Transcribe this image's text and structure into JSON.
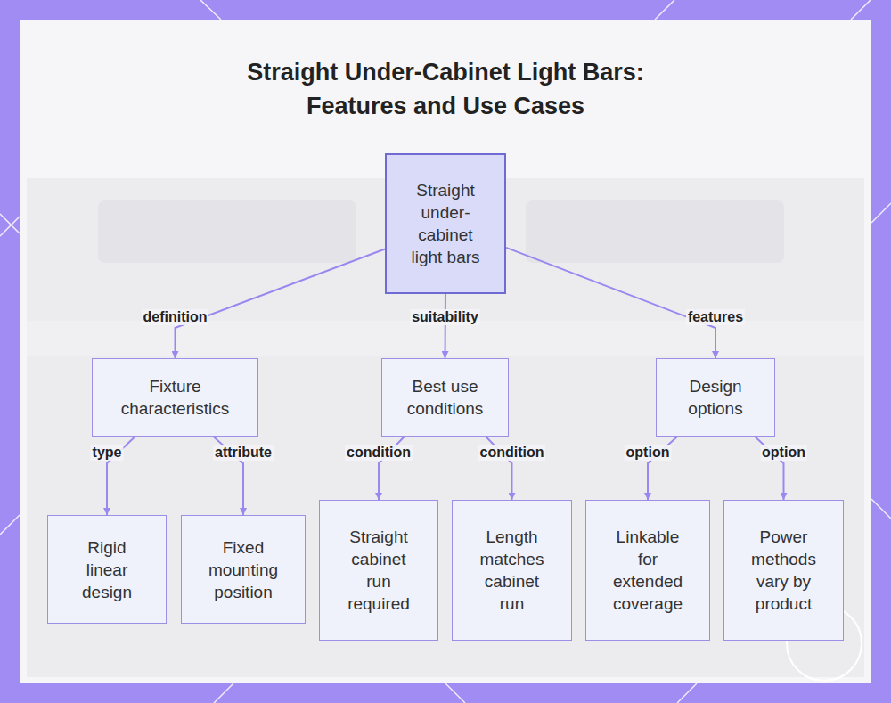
{
  "diagram": {
    "title": "Straight Under-Cabinet Light Bars: Features and Use Cases",
    "nodes": [
      {
        "text": [
          "Straight under-cabinet light bars"
        ]
      },
      {
        "text": [
          "Fixture characteristics"
        ]
      },
      {
        "text": [
          "Best use conditions"
        ]
      },
      {
        "text": [
          "Design options"
        ]
      },
      {
        "text": [
          "Rigid linear design"
        ]
      },
      {
        "text": [
          "Fixed mounting position"
        ]
      },
      {
        "text": [
          "Straight cabinet run required"
        ]
      },
      {
        "text": [
          "Length matches cabinet run"
        ]
      },
      {
        "text": [
          "Linkable for extended coverage"
        ]
      },
      {
        "text": [
          "Power methods vary by product"
        ]
      }
    ],
    "edges": [
      {
        "from": 0,
        "to": 1,
        "label": "definition",
        "arrow": "to"
      },
      {
        "from": 0,
        "to": 2,
        "label": "suitability",
        "arrow": "to"
      },
      {
        "from": 0,
        "to": 3,
        "label": "features",
        "arrow": "to"
      },
      {
        "from": 1,
        "to": 4,
        "label": "type",
        "arrow": "to"
      },
      {
        "from": 1,
        "to": 5,
        "label": "attribute",
        "arrow": "to"
      },
      {
        "from": 2,
        "to": 6,
        "label": "condition",
        "arrow": "to"
      },
      {
        "from": 2,
        "to": 7,
        "label": "condition",
        "arrow": "to"
      },
      {
        "from": 3,
        "to": 8,
        "label": "option",
        "arrow": "to"
      },
      {
        "from": 3,
        "to": 9,
        "label": "option",
        "arrow": "to"
      }
    ]
  }
}
